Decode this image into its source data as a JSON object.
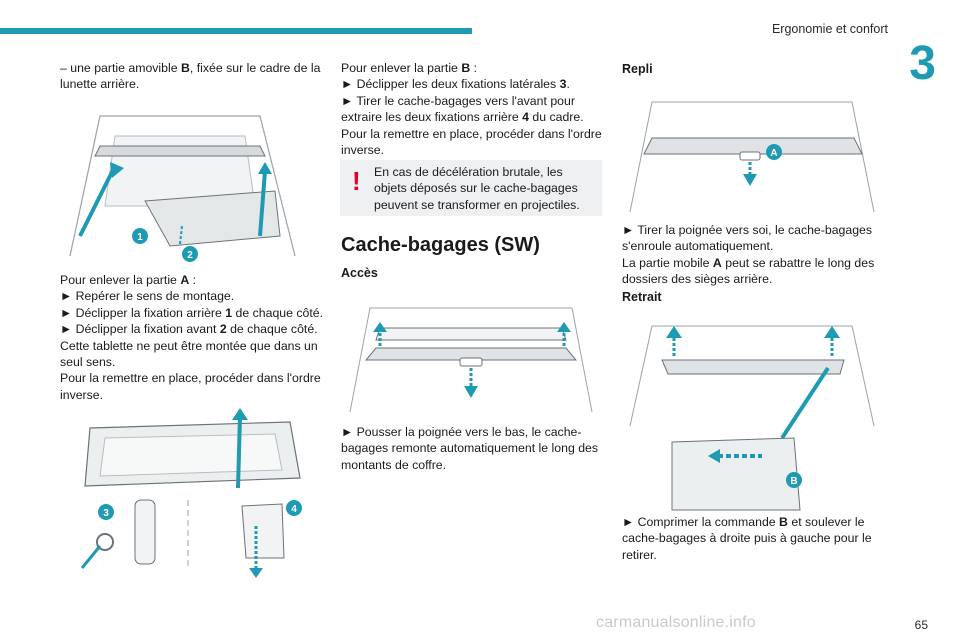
{
  "header": {
    "section": "Ergonomie et confort",
    "chapter_number": "3",
    "accent": "#1e9bb2"
  },
  "col1": {
    "intro_a": "– une partie amovible ",
    "intro_bold": "B",
    "intro_b": ", fixée sur le cadre de la lunette arrière.",
    "fig1_labels": [
      "1",
      "2"
    ],
    "remove_a_title": "Pour enlever la partie ",
    "remove_a_bold": "A",
    "remove_a_colon": " :",
    "step1": "► Repérer le sens de montage.",
    "step2_a": "► Déclipper la fixation arrière ",
    "step2_bold": "1",
    "step2_b": " de chaque côté.",
    "step3_a": "► Déclipper la fixation avant ",
    "step3_bold": "2",
    "step3_b": " de chaque côté.",
    "note1": "Cette tablette ne peut être montée que dans un seul sens.",
    "note2": "Pour la remettre en place, procéder dans l'ordre inverse.",
    "fig2_labels": [
      "3",
      "4"
    ]
  },
  "col2": {
    "remove_b_title": "Pour enlever la partie ",
    "remove_b_bold": "B",
    "remove_b_colon": " :",
    "step1_a": "► Déclipper les deux fixations latérales ",
    "step1_bold": "3",
    "step1_b": ".",
    "step2_a": "► Tirer le cache-bagages vers l'avant pour extraire les deux fixations arrière ",
    "step2_bold": "4",
    "step2_b": " du cadre.",
    "note": "Pour la remettre en place, procéder dans l'ordre inverse.",
    "warning": "En cas de décélération brutale, les objets déposés sur le cache-bagages peuvent se transformer en projectiles.",
    "warning_icon": "exclamation-icon",
    "warning_color": "#e3002b",
    "heading": "Cache-bagages (SW)",
    "sub_access": "Accès",
    "access_text": "► Pousser la poignée vers le bas, le cache-bagages remonte automatiquement le long des montants de coffre."
  },
  "col3": {
    "sub_fold": "Repli",
    "fig_label_a": "A",
    "fold_text1": "► Tirer la poignée vers soi, le cache-bagages s'enroule automatiquement.",
    "fold_text2_a": "La partie mobile ",
    "fold_text2_bold": "A",
    "fold_text2_b": " peut se rabattre le long des dossiers des sièges arrière.",
    "sub_remove": "Retrait",
    "fig_label_b": "B",
    "remove_text_a": "► Comprimer la commande ",
    "remove_text_bold": "B",
    "remove_text_b": " et soulever le cache-bagages à droite puis à gauche pour le retirer."
  },
  "footer": {
    "page": "65",
    "watermark": "carmanualsonline.info"
  }
}
